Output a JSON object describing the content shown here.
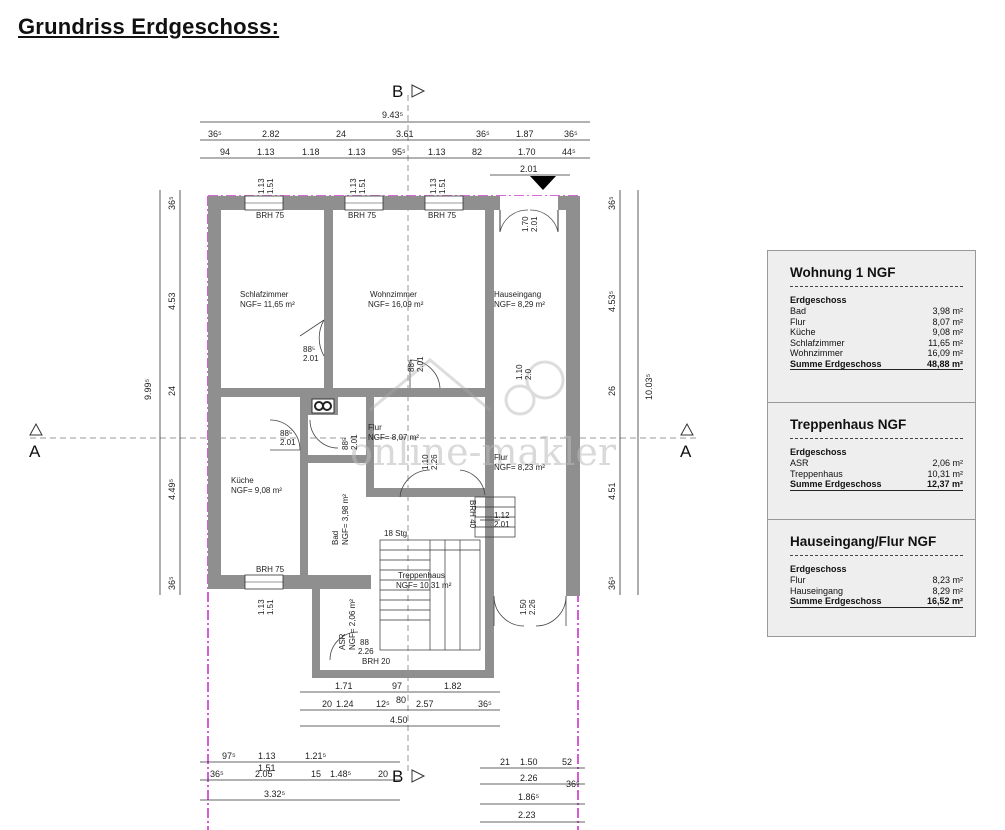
{
  "title": "Grundriss Erdgeschoss:",
  "section_marks": {
    "b": "B",
    "a": "A"
  },
  "watermark": "online-makler",
  "rooms": [
    {
      "name": "Schlafzimmer",
      "area": "NGF= 11,65 m²"
    },
    {
      "name": "Wohnzimmer",
      "area": "NGF= 16,09 m²"
    },
    {
      "name": "Hauseingang",
      "area": "NGF= 8,29 m²"
    },
    {
      "name": "Küche",
      "area": "NGF= 9,08 m²"
    },
    {
      "name": "Flur",
      "area": "NGF= 8,07 m²"
    },
    {
      "name": "Flur",
      "area": "NGF= 8,23 m²"
    },
    {
      "name": "Bad",
      "area": "NGF= 3,98 m²"
    },
    {
      "name": "Treppenhaus",
      "area": "NGF= 10,31 m²"
    },
    {
      "name": "ASR",
      "area": "NGF= 2,06 m²"
    }
  ],
  "brh": "BRH 75",
  "dims": {
    "top_total": "9.43⁵",
    "top_row1": [
      "36⁵",
      "2.82",
      "24",
      "3.61",
      "36⁵",
      "1.87",
      "36⁵"
    ],
    "top_row2": [
      "94",
      "1.13",
      "1.18",
      "1.13",
      "95⁵",
      "1.13",
      "82",
      "1.70",
      "44⁵"
    ],
    "entry_width": "2.01",
    "window_w": "1.13",
    "window_h": "1.51",
    "left_total": "9.99⁵",
    "left_parts": [
      "36⁵",
      "4.53",
      "24",
      "4.49⁵",
      "36⁵"
    ],
    "right_total": "10.03⁵",
    "right_parts": [
      "36⁵",
      "4.53⁵",
      "26",
      "4.51",
      "36⁵"
    ],
    "door_entry": [
      "1.70",
      "2.01"
    ],
    "door_wz": [
      "88⁵",
      "2.01"
    ],
    "door_sz": [
      "88⁵",
      "2.01"
    ],
    "door_k": [
      "88⁵",
      "2.01"
    ],
    "door_bad": [
      "88⁵",
      "2.01"
    ],
    "door_flur": [
      "1.10",
      "2.26"
    ],
    "door_hall": [
      "1.10",
      "2.0"
    ],
    "door_rear": [
      "1.50",
      "2.26"
    ],
    "door_asr": [
      "88",
      "2.26"
    ],
    "door_stair": [
      "1.12",
      "2.01"
    ],
    "stair_labels": [
      "18 Stg",
      "BRH 40",
      "BRH 20"
    ],
    "bottom_row1": [
      "1.71",
      "97",
      "1.82"
    ],
    "bottom_row2": [
      "20",
      "1.24",
      "12⁵",
      "2.57",
      "36⁵"
    ],
    "bottom_row2_mid": "80",
    "bottom_total": "4.50",
    "bl_row1": [
      "97⁵",
      "1.13",
      "1.21⁵"
    ],
    "bl_row2": [
      "36⁵",
      "2.05",
      "15",
      "1.48⁵",
      "20"
    ],
    "bl_win": "1.51",
    "bl_total": "3.32⁵",
    "br_row1": [
      "21",
      "1.50",
      "52"
    ],
    "br_row2": "2.26",
    "br_row3": "1.86⁵",
    "br_small": "36⁵",
    "br_total": "2.23"
  },
  "legend": [
    {
      "title": "Wohnung 1 NGF",
      "sub": "Erdgeschoss",
      "rows": [
        [
          "Bad",
          "3,98  m²"
        ],
        [
          "Flur",
          "8,07  m²"
        ],
        [
          "Küche",
          "9,08  m²"
        ],
        [
          "Schlafzimmer",
          "11,65  m²"
        ],
        [
          "Wohnzimmer",
          "16,09  m²"
        ]
      ],
      "sum": [
        "Summe Erdgeschoss",
        "48,88 m²"
      ]
    },
    {
      "title": "Treppenhaus NGF",
      "sub": "Erdgeschoss",
      "rows": [
        [
          "ASR",
          "2,06  m²"
        ],
        [
          "Treppenhaus",
          "10,31  m²"
        ]
      ],
      "sum": [
        "Summe Erdgeschoss",
        "12,37 m²"
      ]
    },
    {
      "title": "Hauseingang/Flur NGF",
      "sub": "Erdgeschoss",
      "rows": [
        [
          "Flur",
          "8,23  m²"
        ],
        [
          "Hauseingang",
          "8,29  m²"
        ]
      ],
      "sum": [
        "Summe Erdgeschoss",
        "16,52 m²"
      ]
    }
  ]
}
